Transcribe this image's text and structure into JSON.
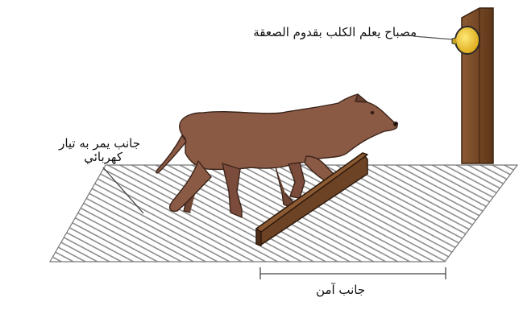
{
  "labels": {
    "lamp": "مصباح يعلم الكلب بقدوم الصعقة",
    "electric_side_line1": "جانب يمر به تيار",
    "electric_side_line2": "كهربائي",
    "safe_side": "جانب آمن"
  },
  "colors": {
    "dog": "#8b5a45",
    "dog_outline": "#3a2419",
    "barrier": "#6d4326",
    "post": "#7a4a28",
    "lamp": "#f2c318",
    "grate_lines": "#9a9a9a",
    "text": "#111111"
  },
  "icons": {
    "dog": "dog-illustration",
    "lamp": "warning-lamp",
    "floor": "electric-grid-floor"
  }
}
